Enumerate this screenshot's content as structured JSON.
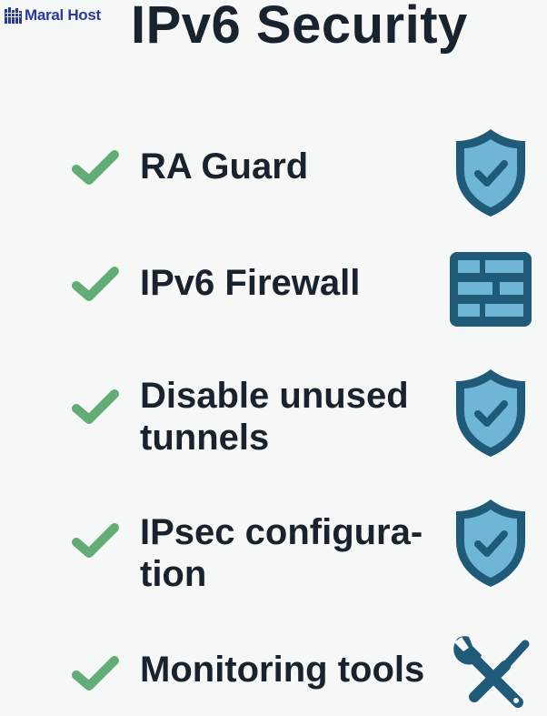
{
  "brand": {
    "name": "Maral Host",
    "color": "#2a3a9c"
  },
  "header": {
    "title": "IPv6 Security"
  },
  "colors": {
    "check": "#62ad76",
    "icon_dark": "#1f5a78",
    "icon_light": "#6fb5d6",
    "text": "#18232e"
  },
  "items": [
    {
      "label": "RA Guard",
      "icon": "shield-check-icon"
    },
    {
      "label": "IPv6 Firewall",
      "icon": "firewall-brick-icon"
    },
    {
      "label_line1": "Disable unused",
      "label_line2": "tunnels",
      "icon": "shield-check-icon"
    },
    {
      "label_line1": "IPsec configura-",
      "label_line2": "tion",
      "icon": "shield-check-icon"
    },
    {
      "label": "Monitoring tools",
      "icon": "wrench-screwdriver-icon"
    }
  ]
}
